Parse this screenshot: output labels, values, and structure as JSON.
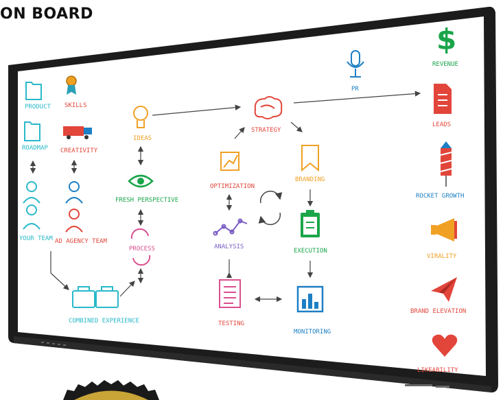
{
  "header": {
    "title": "ON BOARD"
  },
  "board": {
    "left_column": {
      "product": "PRODUCT",
      "skills": "SKILLS",
      "roadmap": "ROADMAP",
      "creativity": "CREATIVITY",
      "your_team": "YOUR TEAM",
      "ad_agency_team": "AD AGENCY TEAM",
      "combined_experience": "COMBINED EXPERIENCE"
    },
    "middle": {
      "ideas": "IDEAS",
      "fresh_perspective": "FRESH PERSPECTIVE",
      "process": "PROCESS",
      "strategy": "STRATEGY",
      "optimization": "OPTIMIZATION",
      "branding": "BRANDING",
      "analysis": "ANALYSIS",
      "execution": "EXECUTION",
      "testing": "TESTING",
      "monitoring": "MONITORING",
      "pr": "PR"
    },
    "outcomes": {
      "dollar_symbol": "$",
      "revenue": "REVENUE",
      "leads": "LEADS",
      "rocket_growth": "ROCKET GROWTH",
      "virality": "VIRALITY",
      "brand_elevation": "BRAND ELEVATION",
      "likeability": "LIKEABILITY"
    }
  },
  "colors": {
    "cyan": "#29b9c9",
    "orange": "#f0a023",
    "green": "#1aa54a",
    "red": "#e2453a",
    "purple": "#7b5ec4",
    "blue": "#1d7fc4",
    "pink": "#d94f8f",
    "bezel": "#1c1c1c"
  },
  "icons": [
    "folder-icon",
    "ribbon-icon",
    "truck-icon",
    "person-icon",
    "lightbulb-icon",
    "eye-icon",
    "cycle-icon",
    "briefcase-icon",
    "brain-icon",
    "chart-icon",
    "bookmark-icon",
    "clipboard-icon",
    "line-graph-icon",
    "document-icon",
    "bar-chart-icon",
    "microphone-icon",
    "dollar-icon",
    "rocket-icon",
    "megaphone-icon",
    "paper-plane-icon",
    "heart-icon"
  ]
}
